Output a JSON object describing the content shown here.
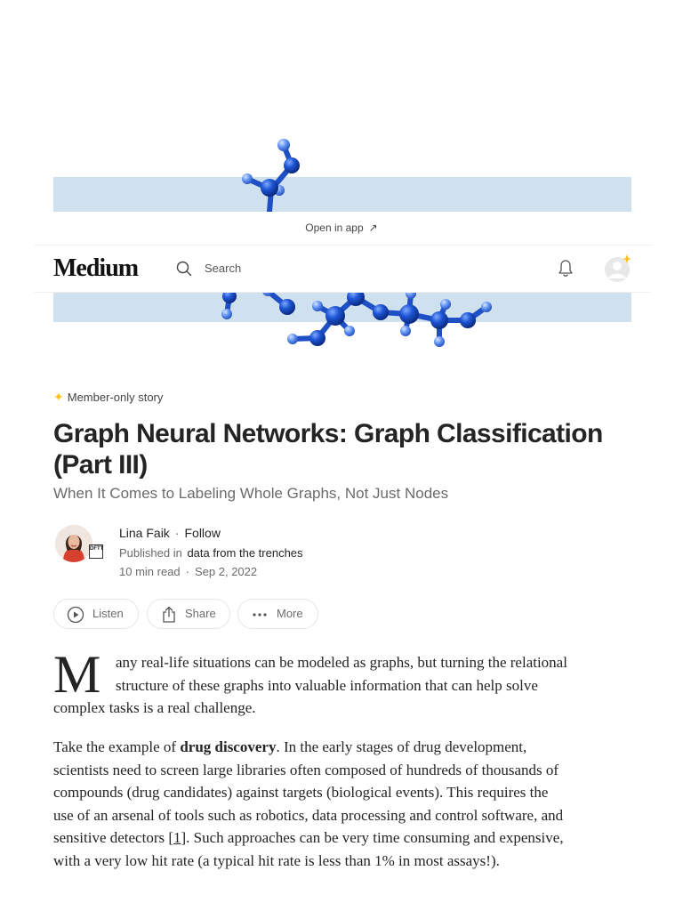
{
  "open_in_app": {
    "label": "Open in app"
  },
  "header": {
    "logo": "Medium",
    "search_placeholder": "Search"
  },
  "article": {
    "badge": "Member-only story",
    "title": "Graph Neural Networks: Graph Classification (Part III)",
    "subtitle": "When It Comes to Labeling Whole Graphs, Not Just Nodes",
    "author": "Lina Faik",
    "follow": "Follow",
    "published_in_label": "Published in",
    "publication": "data from the trenches",
    "publication_badge": "DFTT",
    "read_time": "10 min read",
    "date": "Sep 2, 2022",
    "separator": "·",
    "actions": {
      "listen": "Listen",
      "share": "Share",
      "more": "More"
    },
    "dropcap": "M",
    "p1_lines": [
      "any real-life situations can be modeled as graphs, but turning the relational",
      "structure of these graphs into valuable information that can help solve"
    ],
    "p1_last": "complex tasks is a real challenge.",
    "p2": {
      "l1_pre": "Take the example of ",
      "l1_bold": "drug discovery",
      "l1_post": ". In the early stages of drug development,",
      "l2": "scientists need to screen large libraries often composed of hundreds of thousands of",
      "l3": "compounds (drug candidates) against targets (biological events). This requires the",
      "l4": "use of an arsenal of tools such as robotics, data processing and control software, and",
      "l5_pre": "sensitive detectors [",
      "l5_ref": "1",
      "l5_post": "]. Such approaches can be very time consuming and expensive,",
      "l6": "with a very low hit rate (a typical hit rate is less than 1% in most assays!)."
    }
  },
  "colors": {
    "hero_band": "#cfe0ef",
    "molecule_blue": "#1446b8",
    "star_yellow": "#ffc017",
    "text": "#242424",
    "muted": "#6b6b6b"
  }
}
